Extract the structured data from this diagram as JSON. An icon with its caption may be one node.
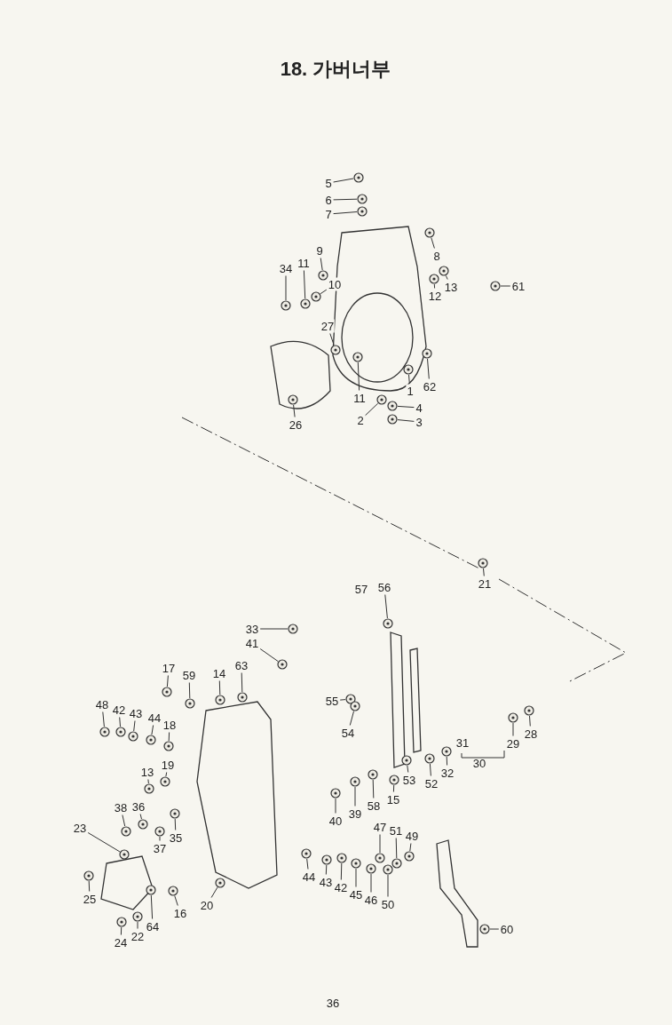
{
  "diagram": {
    "title": "18. 가버너부",
    "nodes": [
      {
        "text": [
          "5"
        ]
      },
      {
        "text": [
          "6"
        ]
      },
      {
        "text": [
          "7"
        ]
      },
      {
        "text": [
          "8"
        ]
      },
      {
        "text": [
          "9"
        ]
      },
      {
        "text": [
          "11"
        ]
      },
      {
        "text": [
          "34"
        ]
      },
      {
        "text": [
          "10"
        ]
      },
      {
        "text": [
          "12"
        ]
      },
      {
        "text": [
          "13"
        ]
      },
      {
        "text": [
          "61"
        ]
      },
      {
        "text": [
          "27"
        ]
      },
      {
        "text": [
          "1"
        ]
      },
      {
        "text": [
          "62"
        ]
      },
      {
        "text": [
          "11"
        ]
      },
      {
        "text": [
          "4"
        ]
      },
      {
        "text": [
          "2"
        ]
      },
      {
        "text": [
          "3"
        ]
      },
      {
        "text": [
          "26"
        ]
      },
      {
        "text": [
          "21"
        ]
      },
      {
        "text": [
          "56"
        ]
      },
      {
        "text": [
          "33"
        ]
      },
      {
        "text": [
          "41"
        ]
      },
      {
        "text": [
          "17"
        ]
      },
      {
        "text": [
          "59"
        ]
      },
      {
        "text": [
          "14"
        ]
      },
      {
        "text": [
          "63"
        ]
      },
      {
        "text": [
          "48"
        ]
      },
      {
        "text": [
          "42"
        ]
      },
      {
        "text": [
          "43"
        ]
      },
      {
        "text": [
          "44"
        ]
      },
      {
        "text": [
          "55"
        ]
      },
      {
        "text": [
          "18"
        ]
      },
      {
        "text": [
          "54"
        ]
      },
      {
        "text": [
          "13"
        ]
      },
      {
        "text": [
          "19"
        ]
      },
      {
        "text": [
          "29"
        ]
      },
      {
        "text": [
          "28"
        ]
      },
      {
        "text": [
          "53"
        ]
      },
      {
        "text": [
          "52"
        ]
      },
      {
        "text": [
          "32"
        ]
      },
      {
        "text": [
          "58"
        ]
      },
      {
        "text": [
          "15"
        ]
      },
      {
        "text": [
          "40"
        ]
      },
      {
        "text": [
          "39"
        ]
      },
      {
        "text": [
          "38"
        ]
      },
      {
        "text": [
          "36"
        ]
      },
      {
        "text": [
          "35"
        ]
      },
      {
        "text": [
          "37"
        ]
      },
      {
        "text": [
          "23"
        ]
      },
      {
        "text": [
          "47"
        ]
      },
      {
        "text": [
          "51"
        ]
      },
      {
        "text": [
          "49"
        ]
      },
      {
        "text": [
          "25"
        ]
      },
      {
        "text": [
          "20"
        ]
      },
      {
        "text": [
          "44"
        ]
      },
      {
        "text": [
          "43"
        ]
      },
      {
        "text": [
          "42"
        ]
      },
      {
        "text": [
          "45"
        ]
      },
      {
        "text": [
          "46"
        ]
      },
      {
        "text": [
          "50"
        ]
      },
      {
        "text": [
          "16"
        ]
      },
      {
        "text": [
          "64"
        ]
      },
      {
        "text": [
          "22"
        ]
      },
      {
        "text": [
          "60"
        ]
      },
      {
        "text": [
          "24"
        ]
      },
      {
        "text": [],
        "shape": "picture"
      },
      {
        "text": [],
        "shape": "picture"
      },
      {
        "text": [],
        "shape": "picture"
      },
      {
        "text": [],
        "shape": "picture"
      },
      {
        "text": [],
        "shape": "picture"
      },
      {
        "text": [],
        "shape": "picture"
      },
      {
        "text": [],
        "shape": "picture"
      },
      {
        "text": [],
        "shape": "picture"
      },
      {
        "text": [],
        "shape": "picture"
      },
      {
        "text": [],
        "shape": "picture"
      },
      {
        "text": [],
        "shape": "picture"
      },
      {
        "text": [],
        "shape": "picture"
      },
      {
        "text": [],
        "shape": "picture"
      },
      {
        "text": [],
        "shape": "picture"
      },
      {
        "text": [],
        "shape": "picture"
      },
      {
        "text": [],
        "shape": "picture"
      },
      {
        "text": [],
        "shape": "picture"
      },
      {
        "text": [],
        "shape": "picture"
      },
      {
        "text": [],
        "shape": "picture"
      },
      {
        "text": [],
        "shape": "picture"
      },
      {
        "text": [],
        "shape": "picture"
      },
      {
        "text": [],
        "shape": "picture"
      },
      {
        "text": [],
        "shape": "picture"
      },
      {
        "text": [],
        "shape": "picture"
      },
      {
        "text": [],
        "shape": "picture"
      },
      {
        "text": [],
        "shape": "picture"
      },
      {
        "text": [],
        "shape": "picture"
      },
      {
        "text": [],
        "shape": "picture"
      },
      {
        "text": [],
        "shape": "picture"
      },
      {
        "text": [],
        "shape": "picture"
      },
      {
        "text": [],
        "shape": "picture"
      },
      {
        "text": [],
        "shape": "picture"
      },
      {
        "text": [],
        "shape": "picture"
      },
      {
        "text": [],
        "shape": "picture"
      },
      {
        "text": [],
        "shape": "picture"
      },
      {
        "text": [],
        "shape": "picture"
      },
      {
        "text": [],
        "shape": "picture"
      },
      {
        "text": [],
        "shape": "picture"
      },
      {
        "text": [],
        "shape": "picture"
      },
      {
        "text": [],
        "shape": "picture"
      },
      {
        "text": [],
        "shape": "picture"
      },
      {
        "text": [],
        "shape": "picture"
      },
      {
        "text": [],
        "shape": "picture"
      },
      {
        "text": [],
        "shape": "picture"
      },
      {
        "text": [],
        "shape": "picture"
      },
      {
        "text": [],
        "shape": "picture"
      },
      {
        "text": [],
        "shape": "picture"
      },
      {
        "text": [],
        "shape": "picture"
      },
      {
        "text": [],
        "shape": "picture"
      },
      {
        "text": [],
        "shape": "picture"
      },
      {
        "text": [],
        "shape": "picture"
      },
      {
        "text": [],
        "shape": "picture"
      },
      {
        "text": [],
        "shape": "picture"
      },
      {
        "text": [],
        "shape": "picture"
      },
      {
        "text": [],
        "shape": "picture"
      },
      {
        "text": [],
        "shape": "picture"
      },
      {
        "text": [],
        "shape": "picture"
      },
      {
        "text": [],
        "shape": "picture"
      },
      {
        "text": [],
        "shape": "picture"
      },
      {
        "text": [],
        "shape": "picture"
      },
      {
        "text": [],
        "shape": "picture"
      },
      {
        "text": [],
        "shape": "picture"
      },
      {
        "text": [],
        "shape": "picture"
      },
      {
        "text": [],
        "shape": "picture"
      },
      {
        "text": [],
        "shape": "picture"
      },
      {
        "text": [],
        "shape": "picture"
      }
    ],
    "edges": [
      {
        "from": 0,
        "to": 66,
        "arrow": "none"
      },
      {
        "from": 1,
        "to": 67,
        "arrow": "none"
      },
      {
        "from": 2,
        "to": 68,
        "arrow": "none"
      },
      {
        "from": 3,
        "to": 69,
        "arrow": "none"
      },
      {
        "from": 4,
        "to": 70,
        "arrow": "none"
      },
      {
        "from": 5,
        "to": 71,
        "arrow": "none"
      },
      {
        "from": 6,
        "to": 72,
        "arrow": "none"
      },
      {
        "from": 7,
        "to": 73,
        "arrow": "none"
      },
      {
        "from": 8,
        "to": 74,
        "arrow": "none"
      },
      {
        "from": 9,
        "to": 75,
        "arrow": "none"
      },
      {
        "from": 10,
        "to": 76,
        "arrow": "none"
      },
      {
        "from": 11,
        "to": 77,
        "arrow": "none"
      },
      {
        "from": 12,
        "to": 78,
        "arrow": "none"
      },
      {
        "from": 13,
        "to": 79,
        "arrow": "none"
      },
      {
        "from": 14,
        "to": 80,
        "arrow": "none"
      },
      {
        "from": 15,
        "to": 81,
        "arrow": "none"
      },
      {
        "from": 16,
        "to": 82,
        "arrow": "none"
      },
      {
        "from": 17,
        "to": 83,
        "arrow": "none"
      },
      {
        "from": 18,
        "to": 84,
        "arrow": "none"
      },
      {
        "from": 19,
        "to": 85,
        "arrow": "none"
      },
      {
        "from": 20,
        "to": 86,
        "arrow": "none"
      },
      {
        "from": 21,
        "to": 87,
        "arrow": "none"
      },
      {
        "from": 22,
        "to": 88,
        "arrow": "none"
      },
      {
        "from": 23,
        "to": 89,
        "arrow": "none"
      },
      {
        "from": 24,
        "to": 90,
        "arrow": "none"
      },
      {
        "from": 25,
        "to": 91,
        "arrow": "none"
      },
      {
        "from": 26,
        "to": 92,
        "arrow": "none"
      },
      {
        "from": 27,
        "to": 93,
        "arrow": "none"
      },
      {
        "from": 28,
        "to": 94,
        "arrow": "none"
      },
      {
        "from": 29,
        "to": 95,
        "arrow": "none"
      },
      {
        "from": 30,
        "to": 96,
        "arrow": "none"
      },
      {
        "from": 31,
        "to": 97,
        "arrow": "none"
      },
      {
        "from": 32,
        "to": 98,
        "arrow": "none"
      },
      {
        "from": 33,
        "to": 99,
        "arrow": "none"
      },
      {
        "from": 34,
        "to": 100,
        "arrow": "none"
      },
      {
        "from": 35,
        "to": 101,
        "arrow": "none"
      },
      {
        "from": 36,
        "to": 102,
        "arrow": "none"
      },
      {
        "from": 37,
        "to": 103,
        "arrow": "none"
      },
      {
        "from": 38,
        "to": 104,
        "arrow": "none"
      },
      {
        "from": 39,
        "to": 105,
        "arrow": "none"
      },
      {
        "from": 40,
        "to": 106,
        "arrow": "none"
      },
      {
        "from": 41,
        "to": 107,
        "arrow": "none"
      },
      {
        "from": 42,
        "to": 108,
        "arrow": "none"
      },
      {
        "from": 43,
        "to": 109,
        "arrow": "none"
      },
      {
        "from": 44,
        "to": 110,
        "arrow": "none"
      },
      {
        "from": 45,
        "to": 111,
        "arrow": "none"
      },
      {
        "from": 46,
        "to": 112,
        "arrow": "none"
      },
      {
        "from": 47,
        "to": 113,
        "arrow": "none"
      },
      {
        "from": 48,
        "to": 114,
        "arrow": "none"
      },
      {
        "from": 49,
        "to": 115,
        "arrow": "none"
      },
      {
        "from": 50,
        "to": 116,
        "arrow": "none"
      },
      {
        "from": 51,
        "to": 117,
        "arrow": "none"
      },
      {
        "from": 52,
        "to": 118,
        "arrow": "none"
      },
      {
        "from": 53,
        "to": 119,
        "arrow": "none"
      },
      {
        "from": 54,
        "to": 120,
        "arrow": "none"
      },
      {
        "from": 55,
        "to": 121,
        "arrow": "none"
      },
      {
        "from": 56,
        "to": 122,
        "arrow": "none"
      },
      {
        "from": 57,
        "to": 123,
        "arrow": "none"
      },
      {
        "from": 58,
        "to": 124,
        "arrow": "none"
      },
      {
        "from": 59,
        "to": 125,
        "arrow": "none"
      },
      {
        "from": 60,
        "to": 126,
        "arrow": "none"
      },
      {
        "from": 61,
        "to": 127,
        "arrow": "none"
      },
      {
        "from": 62,
        "to": 128,
        "arrow": "none"
      },
      {
        "from": 63,
        "to": 129,
        "arrow": "none"
      },
      {
        "from": 64,
        "to": 130,
        "arrow": "none"
      },
      {
        "from": 65,
        "to": 131,
        "arrow": "none"
      }
    ],
    "labels": [
      "57",
      "31",
      "30",
      "36"
    ]
  }
}
